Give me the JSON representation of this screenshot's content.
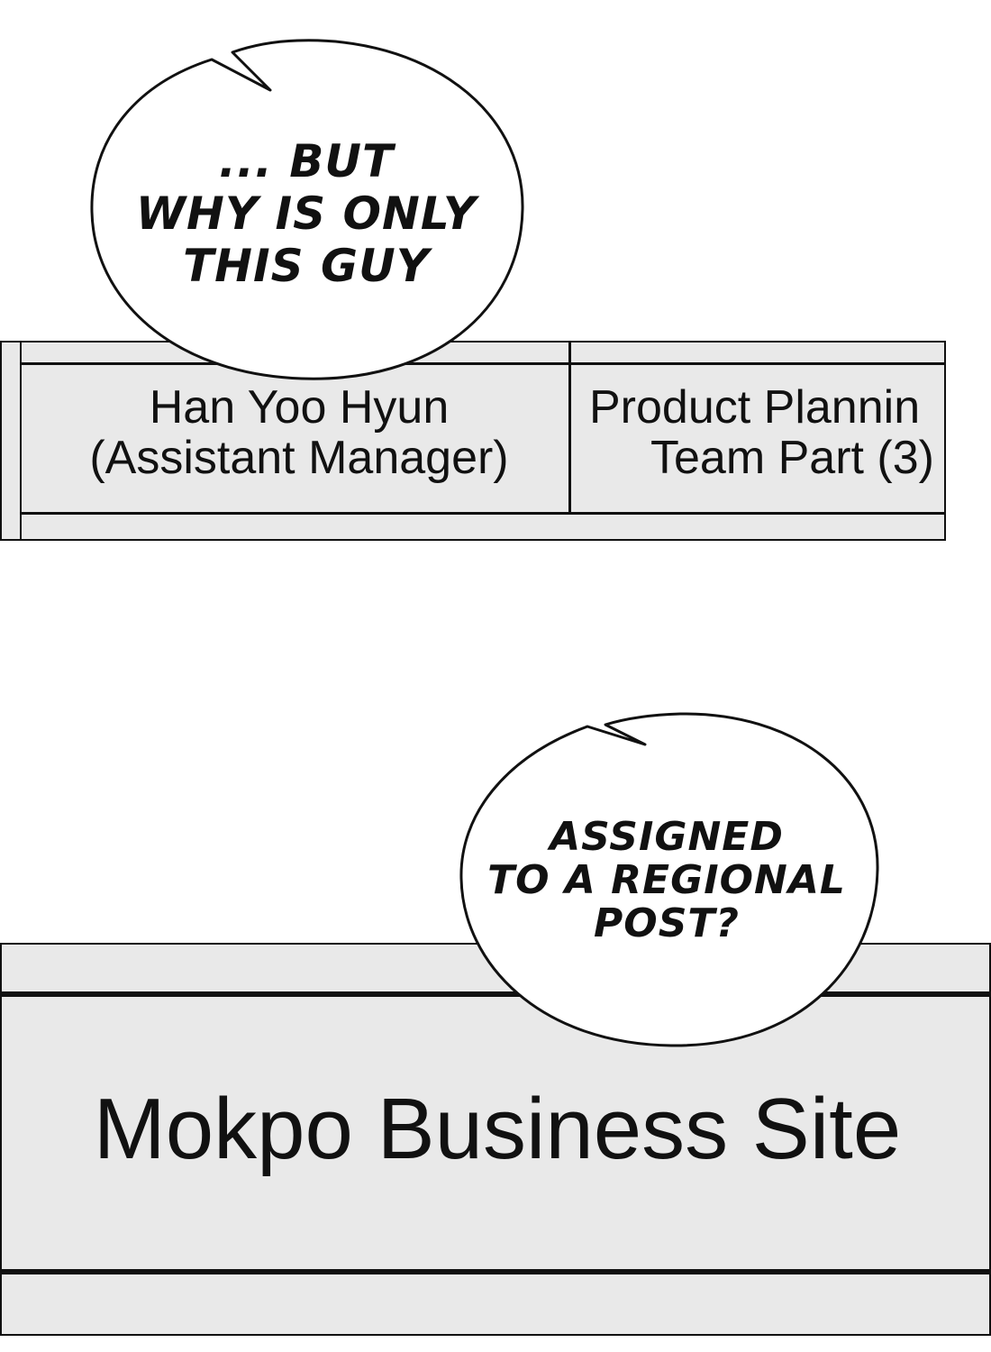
{
  "panel_top": {
    "bubble_lines": [
      "... BUT",
      "WHY IS ONLY",
      "THIS GUY"
    ],
    "record": {
      "name_line1": "Han Yoo Hyun",
      "name_line2": "(Assistant Manager)",
      "team_line1": "Product Plannin",
      "team_line2": "Team Part (3)"
    }
  },
  "panel_bottom": {
    "bubble_lines": [
      "ASSIGNED",
      "TO A REGIONAL",
      "POST?"
    ],
    "record": {
      "site": "Mokpo Business Site"
    }
  },
  "colors": {
    "background": "#ffffff",
    "cell_fill": "#e9e9e9",
    "ink": "#111111"
  }
}
